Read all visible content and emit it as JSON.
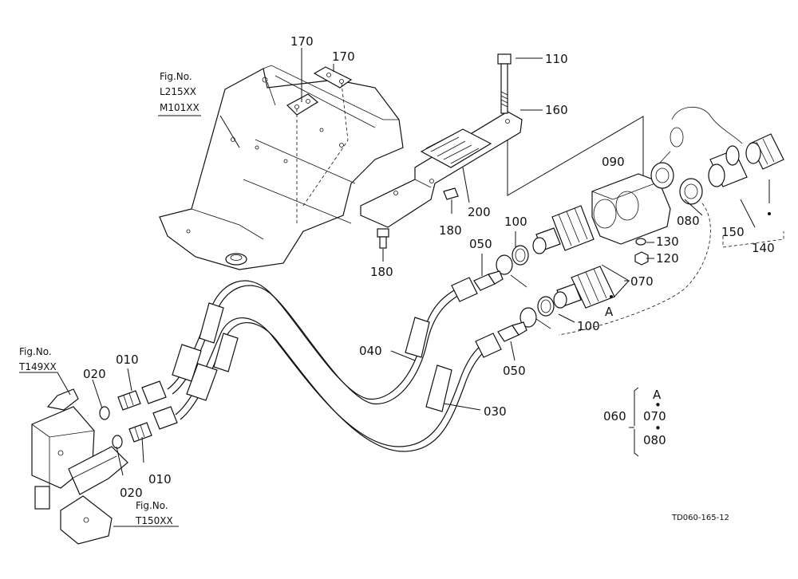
{
  "diagram": {
    "part_labels": {
      "p170a": "170",
      "p170b": "170",
      "p110": "110",
      "p160": "160",
      "p200": "200",
      "p180a": "180",
      "p180b": "180",
      "p090": "090",
      "p100a": "100",
      "p100b": "100",
      "p050a": "050",
      "p050b": "050",
      "p130": "130",
      "p120": "120",
      "p070": "070",
      "p080": "080",
      "p150": "150",
      "p140": "140",
      "p040": "040",
      "p030": "030",
      "p010a": "010",
      "p010b": "010",
      "p020a": "020",
      "p020b": "020",
      "pointA": "A"
    },
    "fig_refs": {
      "ref1": {
        "line1": "Fig.No.",
        "line2": "L215XX",
        "line3": "M101XX"
      },
      "ref2": {
        "line1": "Fig.No.",
        "line2": "T149XX"
      },
      "ref3": {
        "line1": "Fig.No.",
        "line2": "T150XX"
      }
    },
    "kit": {
      "parent": "060",
      "item_a": "A",
      "item_1": "070",
      "item_2": "080",
      "dot": "•"
    },
    "drawing_code": "TD060-165-12"
  }
}
